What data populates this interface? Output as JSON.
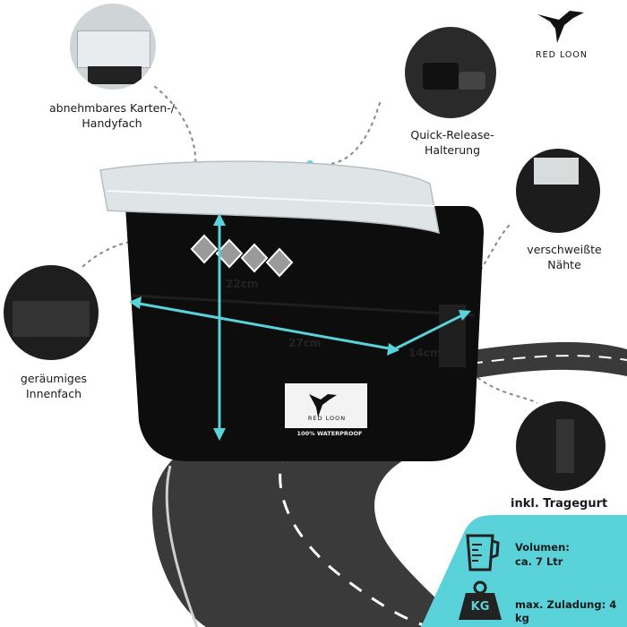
{
  "brand": {
    "name": "RED LOON"
  },
  "features": {
    "map_pocket": "abnehmbares Karten-/\nHandyfach",
    "quick_release": "Quick-Release-\nHalterung",
    "welded_seams": "verschweißte\nNähte",
    "inner_compartment": "geräumiges\nInnenfach",
    "strap": "inkl. Tragegurt"
  },
  "dimensions": {
    "height": "22cm",
    "width": "27cm",
    "depth": "14cm"
  },
  "bag": {
    "badge_brand": "RED LOON",
    "waterproof": "100% WATERPROOF"
  },
  "specs": {
    "volume_label": "Volumen:",
    "volume_value": "ca. 7 Ltr",
    "load": "max. Zuladung: 4 kg",
    "kg_icon_text": "KG"
  },
  "colors": {
    "accent": "#5ad2d9",
    "road": "#3b3b3b",
    "bag": "#0d0d0d"
  }
}
